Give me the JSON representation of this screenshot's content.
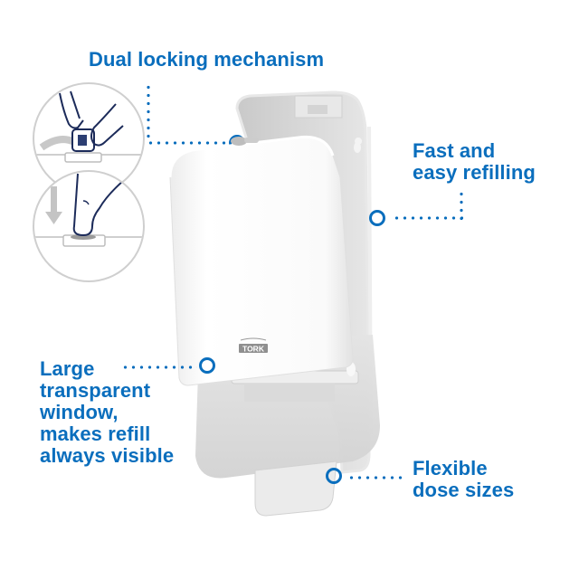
{
  "callouts": {
    "dual_locking": {
      "line1": "Dual locking mechanism"
    },
    "fast_refill": {
      "line1": "Fast and",
      "line2": "easy refilling"
    },
    "transparent_window": {
      "line1": "Large",
      "line2": "transparent",
      "line3": "window,",
      "line4": "makes refill",
      "line5": "always visible"
    },
    "flexible_dose": {
      "line1": "Flexible",
      "line2": "dose sizes"
    }
  },
  "product": {
    "brand_logo": "TORK"
  },
  "insets": [
    {
      "name": "twist-lock-step",
      "icon": "hand-twist-icon"
    },
    {
      "name": "press-down-step",
      "icon": "finger-press-icon"
    }
  ],
  "colors": {
    "accent": "#0a6ebd",
    "dispenser_white": "#f7f7f7",
    "back_panel": "#d8d8d8"
  }
}
